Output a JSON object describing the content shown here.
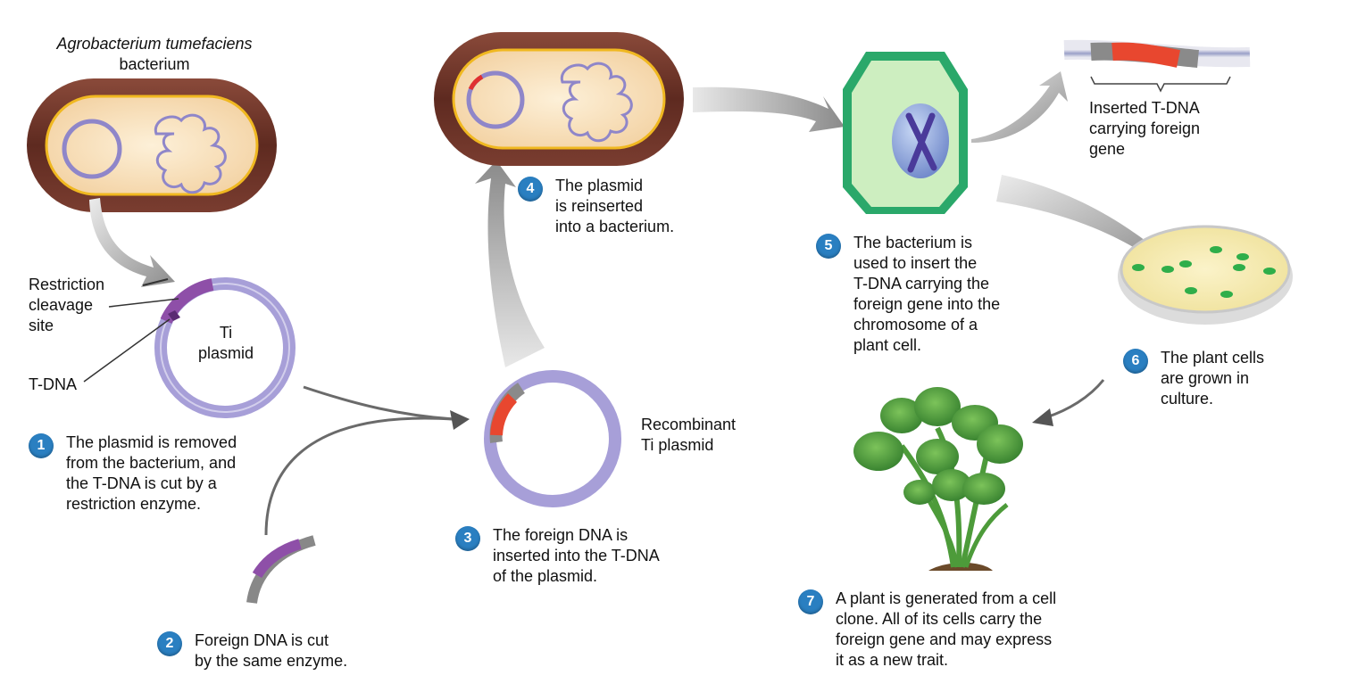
{
  "labels": {
    "species": "Agrobacterium tumefaciens",
    "bacterium": "bacterium",
    "restriction_site": [
      "Restriction",
      "cleavage",
      "site"
    ],
    "t_dna": "T-DNA",
    "ti_plasmid": [
      "Ti",
      "plasmid"
    ],
    "recombinant": [
      "Recombinant",
      "Ti plasmid"
    ],
    "inserted_t_dna": [
      "Inserted T-DNA",
      "carrying foreign",
      "gene"
    ]
  },
  "steps": [
    {
      "number": "1",
      "lines": [
        "The plasmid is removed",
        "from the bacterium, and",
        "the T-DNA is cut by a",
        "restriction enzyme."
      ]
    },
    {
      "number": "2",
      "lines": [
        "Foreign DNA is cut",
        "by the same enzyme."
      ]
    },
    {
      "number": "3",
      "lines": [
        "The foreign DNA is",
        "inserted into the T-DNA",
        "of the plasmid."
      ]
    },
    {
      "number": "4",
      "lines": [
        "The plasmid",
        "is reinserted",
        "into a bacterium."
      ]
    },
    {
      "number": "5",
      "lines": [
        "The bacterium is",
        "used to insert the",
        "T-DNA carrying the",
        "foreign gene into the",
        "chromosome of a",
        "plant cell."
      ]
    },
    {
      "number": "6",
      "lines": [
        "The plant cells",
        "are grown in",
        "culture."
      ]
    },
    {
      "number": "7",
      "lines": [
        "A plant is generated from a cell",
        "clone. All of its cells carry the",
        "foreign gene and may express",
        "it as a new trait."
      ]
    }
  ],
  "colors": {
    "step_badge": "#2a7fc1",
    "bacterium_wall": "#5e2a20",
    "cytoplasm": "#f3d2a3",
    "plasmid": "#a79fd8",
    "t_dna": "#8e4fa8",
    "foreign_gene": "#e8472f",
    "plant_cell_wall": "#2aa86a",
    "colonies": "#2fae4a"
  }
}
